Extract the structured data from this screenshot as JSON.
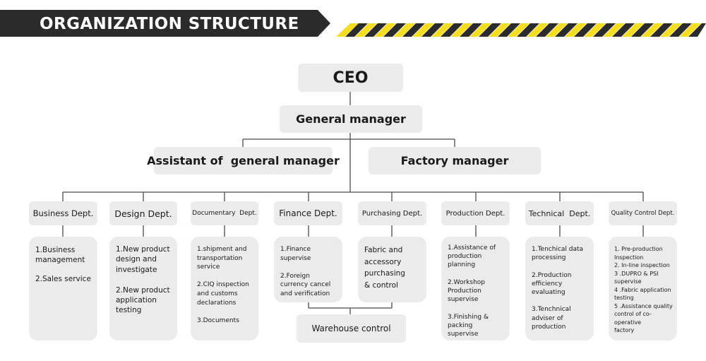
{
  "banner": {
    "title": "ORGANIZATION  STRUCTURE"
  },
  "chart": {
    "ceo": "CEO",
    "general_manager": "General manager",
    "assistant": "Assistant of  general manager",
    "factory_manager": "Factory manager",
    "departments": [
      {
        "name": "Business Dept.",
        "details": "1.Business\nmanagement\n\n2.Sales service"
      },
      {
        "name": "Design Dept.",
        "details": "1.New product\ndesign and\ninvestigate\n\n2.New product\napplication\ntesting"
      },
      {
        "name": "Documentary  Dept.",
        "details": "1.shipment and\ntransportation\nservice\n\n2.CIQ inspection\nand customs\ndeclarations\n\n3.Documents"
      },
      {
        "name": "Finance Dept.",
        "details": "1.Finance\nsupervise\n\n2.Foreign\ncurrency  cancel\nand verification"
      },
      {
        "name": "Purchasing Dept.",
        "details": "Fabric and\naccessory\npurchasing\n & control"
      },
      {
        "name": "Production Dept.",
        "details": "1.Assistance of\nproduction\nplanning\n\n2.Workshop\nProduction\nsupervise\n\n3.Finishing &\npacking supervise"
      },
      {
        "name": "Technical  Dept.",
        "details": "1.Tenchical data\nprocessing\n\n2.Production\nefficiency\nevaluating\n\n3.Tenchnical\nadviser of\nproduction"
      },
      {
        "name": "Quality Control Dept.",
        "details": "1. Pre-production\nInspection\n2. In-line inspection\n3 .DUPRO & PSI\nsupervise\n4 .Fabric application\ntesting\n5 .Assistance quality\ncontrol of co-operative\nfactory"
      }
    ],
    "warehouse": "Warehouse control"
  }
}
